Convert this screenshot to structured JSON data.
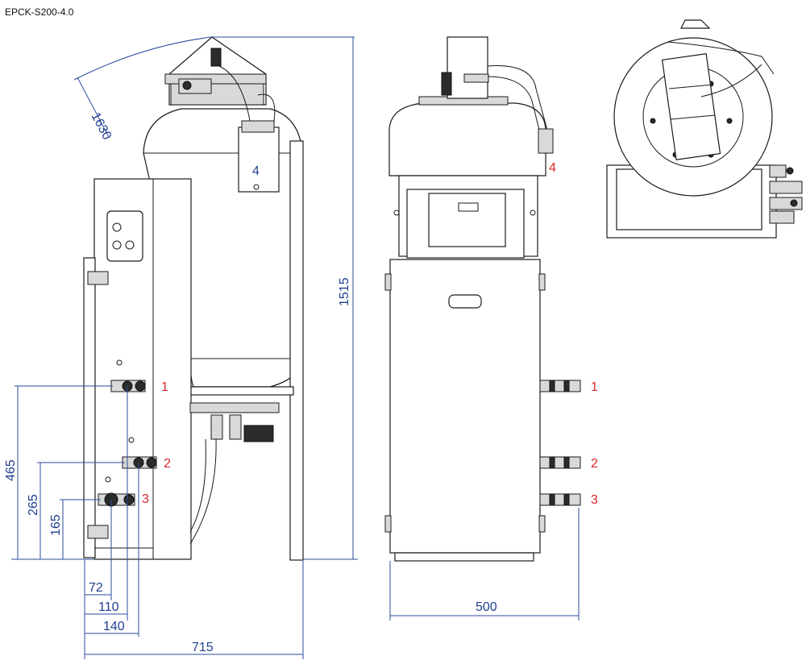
{
  "title": "EPCK-S200-4.0",
  "callouts": {
    "c1": "1",
    "c2": "2",
    "c3": "3",
    "c4": "4",
    "f1": "1",
    "f2": "2",
    "f3": "3",
    "f4": "4"
  },
  "dimensions": {
    "arc": "1630",
    "height": "1515",
    "h465": "465",
    "h265": "265",
    "h165": "165",
    "w72": "72",
    "w110": "110",
    "w140": "140",
    "w715": "715",
    "w500": "500"
  },
  "colors": {
    "dimension": "#1f3f8f",
    "callout": "#d9262b",
    "outline": "#1a1a1a"
  }
}
